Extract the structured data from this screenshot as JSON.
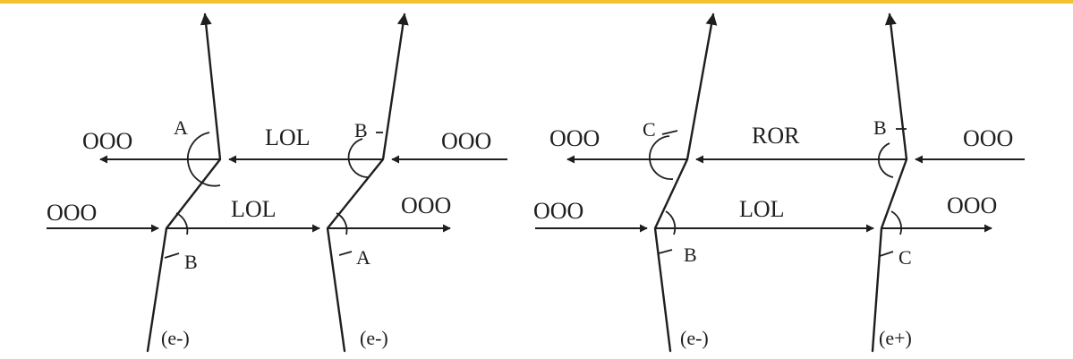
{
  "panel_left": {
    "wave_label_a": "OOO",
    "wave_label_b": "OOO",
    "wave_label_c": "OOO",
    "wave_label_d": "OOO",
    "medium_top": "LOL",
    "medium_bottom": "LOL",
    "angle_1": "A",
    "angle_2": "B",
    "angle_3": "B",
    "angle_4": "A",
    "case_1": "(e-)",
    "case_2": "(e-)"
  },
  "panel_right": {
    "wave_label_a": "OOO",
    "wave_label_b": "OOO",
    "wave_label_c": "OOO",
    "wave_label_d": "OOO",
    "medium_top": "ROR",
    "medium_bottom": "LOL",
    "angle_1": "C",
    "angle_2": "B",
    "angle_3": "B",
    "angle_4": "C",
    "case_1": "(e-)",
    "case_2": "(e+)"
  }
}
